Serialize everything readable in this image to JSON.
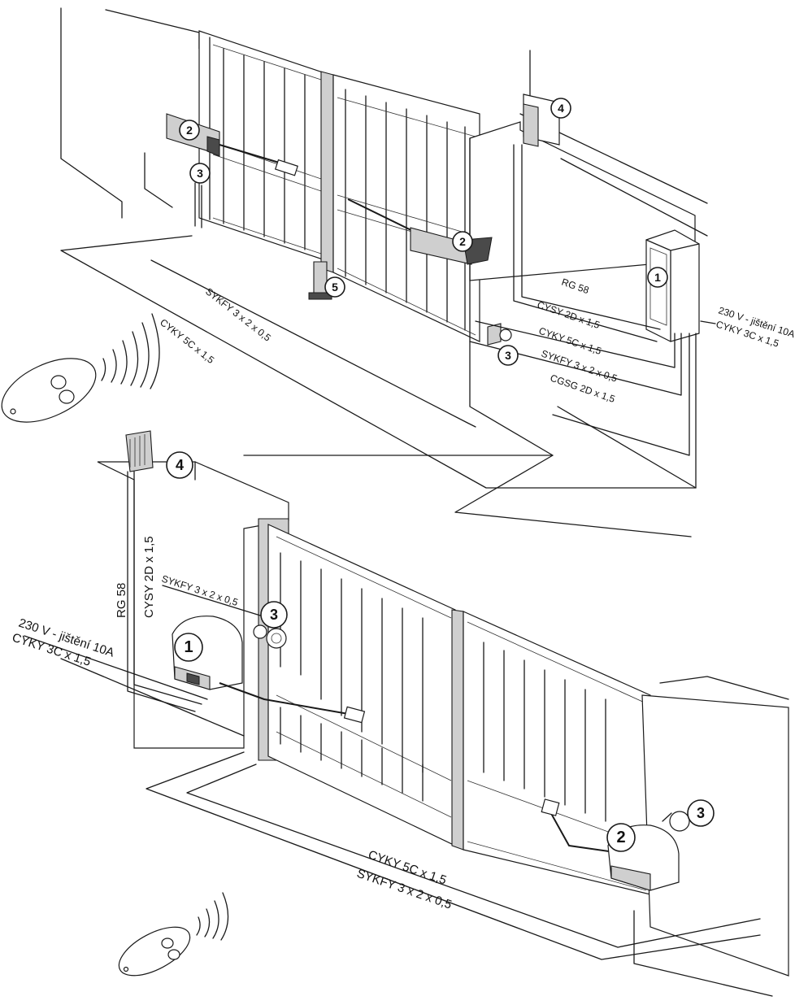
{
  "top_labels": {
    "rg58": "RG 58",
    "cysy": "CYSY 2D x 1,5",
    "cyky5c": "CYKY 5C x 1,5",
    "sykfy_right": "SYKFY 3 x 2 x 0,5",
    "cgsg": "CGSG 2D x 1,5",
    "power": "230 V - jištění 10A",
    "cyky3c": "CYKY 3C x 1,5",
    "sykfy_left": "SYKFY 3 x 2 x 0,5",
    "cyky5c_left": "CYKY 5C x 1,5"
  },
  "bottom_labels": {
    "rg58": "RG 58",
    "cysy": "CYSY 2D x 1,5",
    "sykfy_upper": "SYKFY 3  x 2 x 0,5",
    "power": "230 V - jištění 10A",
    "cyky3c": "CYKY 3C x 1,5",
    "cyky5c": "CYKY 5C x 1,5",
    "sykfy_lower": "SYKFY 3  x 2 x 0,5"
  },
  "markers": {
    "control_unit": "1",
    "motor": "2",
    "photocell": "3",
    "lamp": "4",
    "stop": "5"
  }
}
